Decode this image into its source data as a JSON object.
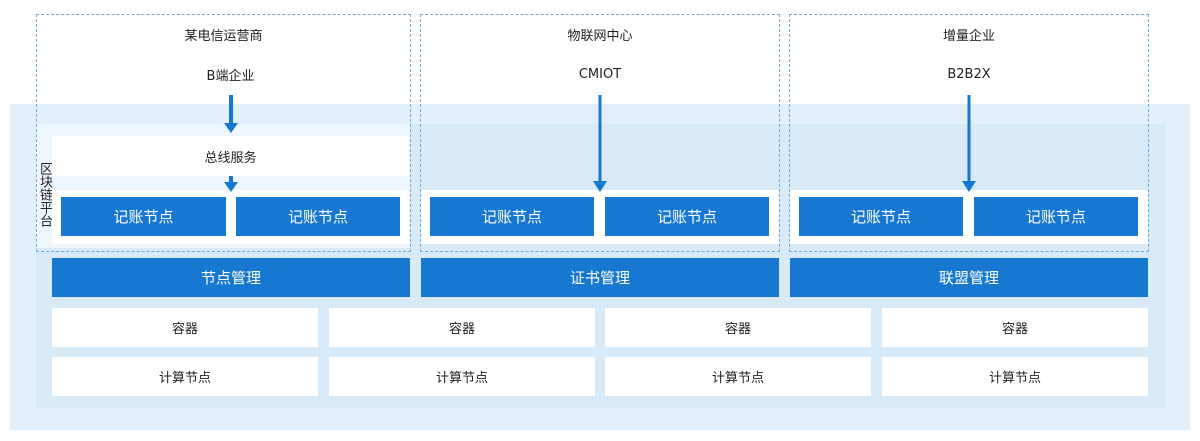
{
  "platform_label": "区块链平台",
  "columns": [
    {
      "title": "某电信运营商",
      "source": "B端企业",
      "bus": "总线服务",
      "nodes": [
        "记账节点",
        "记账节点"
      ],
      "management": "节点管理"
    },
    {
      "title": "物联网中心",
      "source": "CMIOT",
      "nodes": [
        "记账节点",
        "记账节点"
      ],
      "management": "证书管理"
    },
    {
      "title": "增量企业",
      "source": "B2B2X",
      "nodes": [
        "记账节点",
        "记账节点"
      ],
      "management": "联盟管理"
    }
  ],
  "containers": [
    "容器",
    "容器",
    "容器",
    "容器"
  ],
  "compute_nodes": [
    "计算节点",
    "计算节点",
    "计算节点",
    "计算节点"
  ],
  "colors": {
    "accent": "#1778d2",
    "platform_bg": "#e3f0fb",
    "dashed_border": "#6fa9d8"
  }
}
